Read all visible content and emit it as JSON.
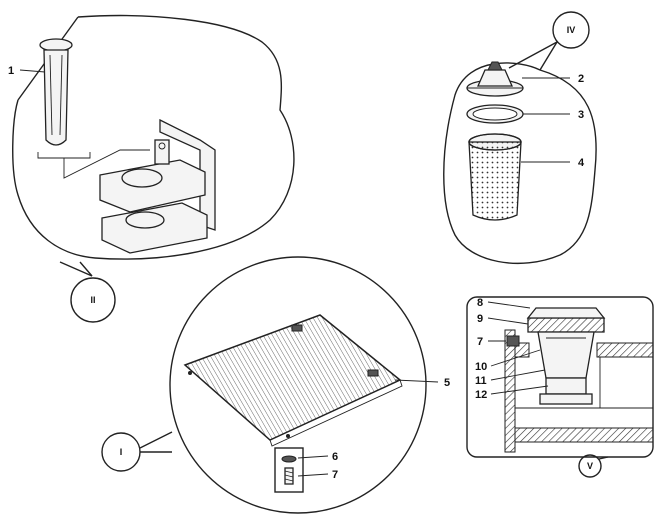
{
  "views": {
    "I": "I",
    "II": "II",
    "IV": "IV",
    "V": "V"
  },
  "parts": {
    "1": "1",
    "2": "2",
    "3": "3",
    "4": "4",
    "5": "5",
    "6": "6",
    "7": "7",
    "7b": "7",
    "8": "8",
    "9": "9",
    "10": "10",
    "11": "11",
    "12": "12"
  }
}
